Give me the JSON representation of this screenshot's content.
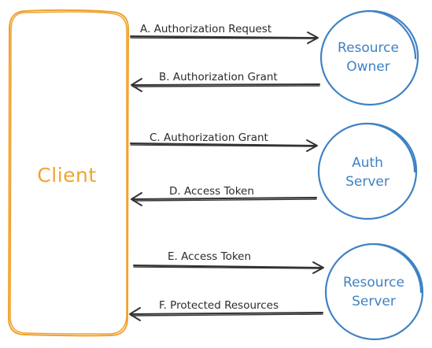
{
  "colors": {
    "client": "#f0a330",
    "node": "#3f82c4",
    "arrow": "#333333",
    "text": "#2b2b2b",
    "background": "#ffffff"
  },
  "client": {
    "label": "Client"
  },
  "nodes": {
    "resource_owner": {
      "line1": "Resource",
      "line2": "Owner"
    },
    "auth_server": {
      "line1": "Auth",
      "line2": "Server"
    },
    "resource_server": {
      "line1": "Resource",
      "line2": "Server"
    }
  },
  "flows": {
    "a": {
      "label": "A. Authorization Request",
      "direction": "to-right"
    },
    "b": {
      "label": "B. Authorization Grant",
      "direction": "to-left"
    },
    "c": {
      "label": "C. Authorization Grant",
      "direction": "to-right"
    },
    "d": {
      "label": "D. Access Token",
      "direction": "to-left"
    },
    "e": {
      "label": "E. Access Token",
      "direction": "to-right"
    },
    "f": {
      "label": "F. Protected Resources",
      "direction": "to-left"
    }
  }
}
